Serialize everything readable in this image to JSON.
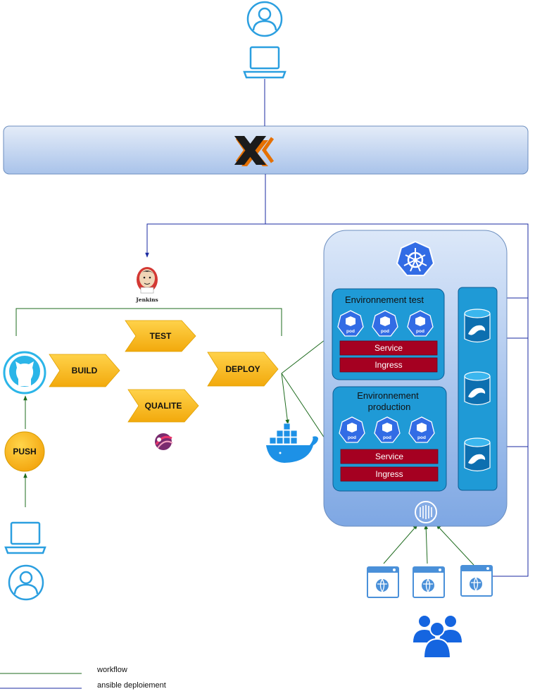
{
  "pipeline": {
    "push": "PUSH",
    "build": "BUILD",
    "test": "TEST",
    "qualite": "QUALITE",
    "deploy": "DEPLOY",
    "jenkins": "Jenkins"
  },
  "cluster": {
    "env_test": {
      "title": "Environnement test",
      "pods": [
        "pod",
        "pod",
        "pod"
      ],
      "service": "Service",
      "ingress": "Ingress"
    },
    "env_prod": {
      "title_line1": "Environnement",
      "title_line2": "production",
      "pods": [
        "pod",
        "pod",
        "pod"
      ],
      "service": "Service",
      "ingress": "Ingress"
    }
  },
  "legend": {
    "workflow": "workflow",
    "ansible": "ansible deploiement",
    "workflow_color": "#1e6b1e",
    "ansible_color": "#1a2aa0"
  },
  "colors": {
    "user_blue": "#2b9fe0",
    "step_yellow": "#f8b71a",
    "k8s_blue": "#326ce5",
    "band_red": "#a50021",
    "env_blue": "#1f9ad6"
  }
}
